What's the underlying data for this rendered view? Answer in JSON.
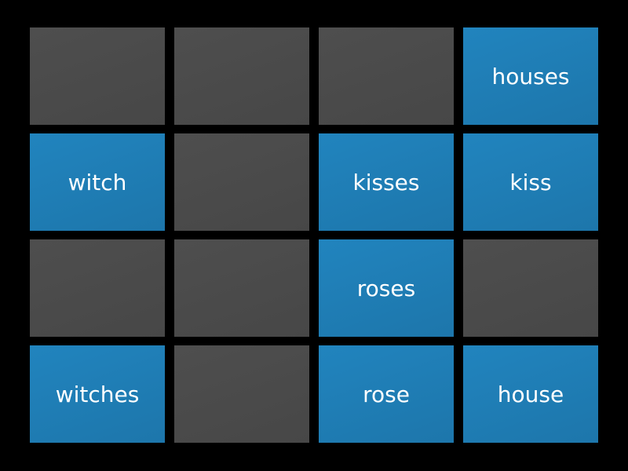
{
  "game": {
    "type": "matching-pairs",
    "colors": {
      "background": "#000000",
      "hidden_tile": "#4a4a4a",
      "revealed_tile": "#1f7db5",
      "text": "#ffffff"
    },
    "tiles": [
      {
        "row": 1,
        "col": 1,
        "state": "hidden",
        "label": ""
      },
      {
        "row": 1,
        "col": 2,
        "state": "hidden",
        "label": ""
      },
      {
        "row": 1,
        "col": 3,
        "state": "hidden",
        "label": ""
      },
      {
        "row": 1,
        "col": 4,
        "state": "revealed",
        "label": "houses"
      },
      {
        "row": 2,
        "col": 1,
        "state": "revealed",
        "label": "witch"
      },
      {
        "row": 2,
        "col": 2,
        "state": "hidden",
        "label": ""
      },
      {
        "row": 2,
        "col": 3,
        "state": "revealed",
        "label": "kisses"
      },
      {
        "row": 2,
        "col": 4,
        "state": "revealed",
        "label": "kiss"
      },
      {
        "row": 3,
        "col": 1,
        "state": "hidden",
        "label": ""
      },
      {
        "row": 3,
        "col": 2,
        "state": "hidden",
        "label": ""
      },
      {
        "row": 3,
        "col": 3,
        "state": "revealed",
        "label": "roses"
      },
      {
        "row": 3,
        "col": 4,
        "state": "hidden",
        "label": ""
      },
      {
        "row": 4,
        "col": 1,
        "state": "revealed",
        "label": "witches"
      },
      {
        "row": 4,
        "col": 2,
        "state": "hidden",
        "label": ""
      },
      {
        "row": 4,
        "col": 3,
        "state": "revealed",
        "label": "rose"
      },
      {
        "row": 4,
        "col": 4,
        "state": "revealed",
        "label": "house"
      }
    ]
  }
}
